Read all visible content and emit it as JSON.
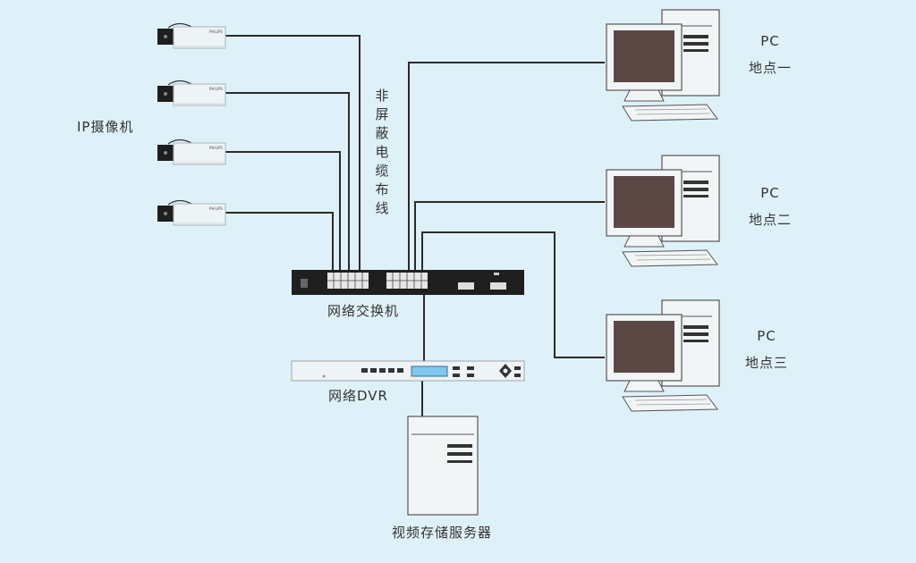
{
  "labels": {
    "ip_camera": "IP摄像机",
    "cabling": "非屏蔽电缆布线",
    "switch": "网络交换机",
    "dvr": "网络DVR",
    "storage_server": "视频存储服务器",
    "camera_brand": "PHILIPS"
  },
  "pcs": [
    {
      "name": "PC",
      "location": "地点一"
    },
    {
      "name": "PC",
      "location": "地点二"
    },
    {
      "name": "PC",
      "location": "地点三"
    }
  ],
  "colors": {
    "background": "#dff1f8",
    "cable": "#2a2a2a",
    "device_body": "#eef3f5",
    "switch_body": "#1f1f1f",
    "monitor_screen": "#5b4744",
    "dvr_display": "#7fc8f0"
  }
}
